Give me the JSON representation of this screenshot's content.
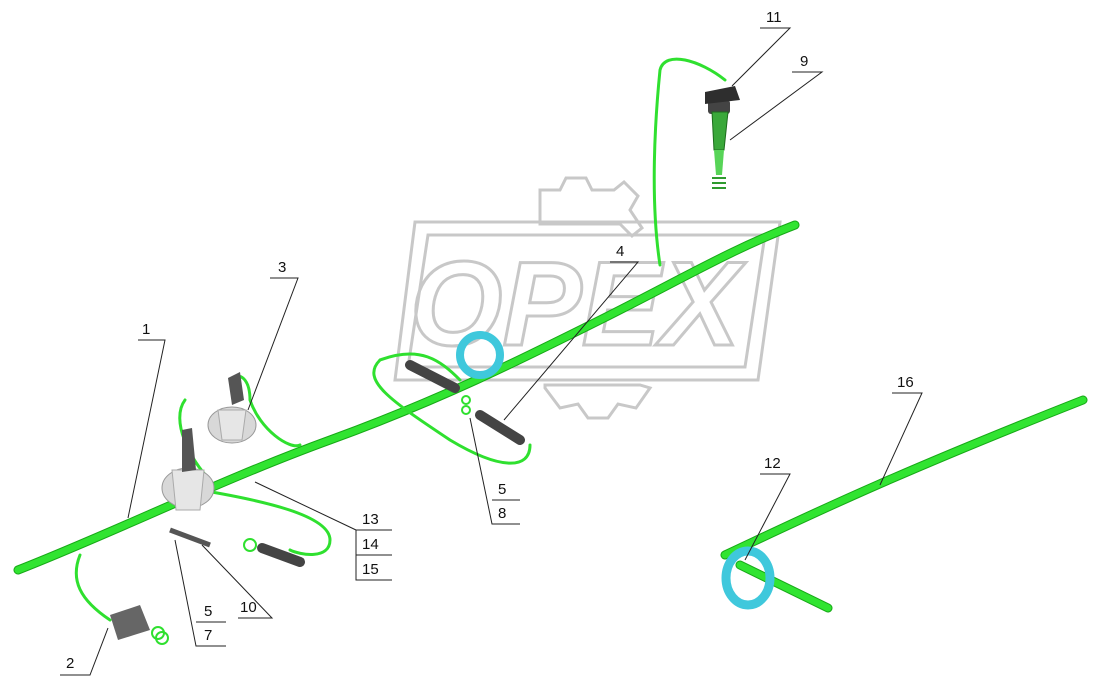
{
  "watermark": {
    "text": "OPEX"
  },
  "callouts": [
    {
      "id": "c1",
      "label": "1"
    },
    {
      "id": "c2",
      "label": "2"
    },
    {
      "id": "c3",
      "label": "3"
    },
    {
      "id": "c4",
      "label": "4"
    },
    {
      "id": "c5a",
      "label": "5"
    },
    {
      "id": "c8",
      "label": "8"
    },
    {
      "id": "c5b",
      "label": "5"
    },
    {
      "id": "c7",
      "label": "7"
    },
    {
      "id": "c10",
      "label": "10"
    },
    {
      "id": "c13",
      "label": "13"
    },
    {
      "id": "c14",
      "label": "14"
    },
    {
      "id": "c15",
      "label": "15"
    },
    {
      "id": "c9",
      "label": "9"
    },
    {
      "id": "c11",
      "label": "11"
    },
    {
      "id": "c12",
      "label": "12"
    },
    {
      "id": "c16",
      "label": "16"
    }
  ],
  "colors": {
    "wire": "#2fe02f",
    "washer": "#3fc8dc",
    "watermark": "#c8c8c8"
  }
}
